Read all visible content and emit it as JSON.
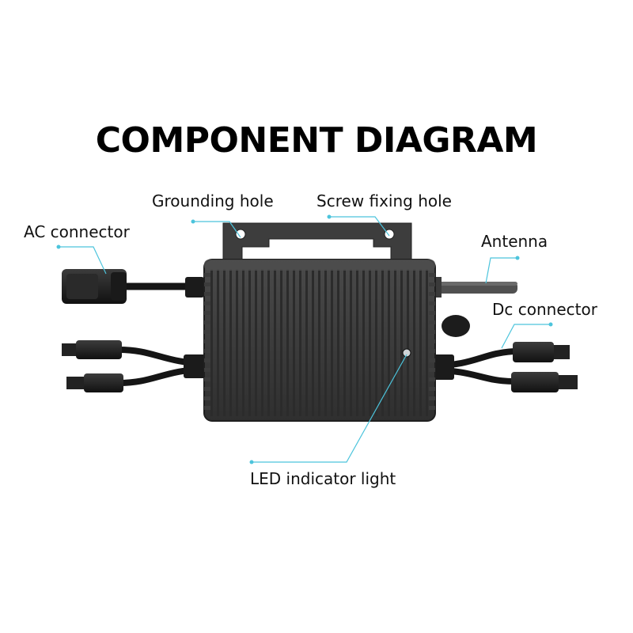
{
  "title": "COMPONENT DIAGRAM",
  "labels": {
    "grounding_hole": "Grounding hole",
    "screw_fixing_hole": "Screw fixing hole",
    "ac_connector": "AC connector",
    "antenna": "Antenna",
    "dc_connector": "Dc connector",
    "led_indicator_light": "LED indicator light"
  },
  "colors": {
    "leader_line": "#4cc4dc",
    "body": "#3a3a3a",
    "fins": "#2b2b2b",
    "cable": "#151515",
    "background": "#ffffff"
  }
}
